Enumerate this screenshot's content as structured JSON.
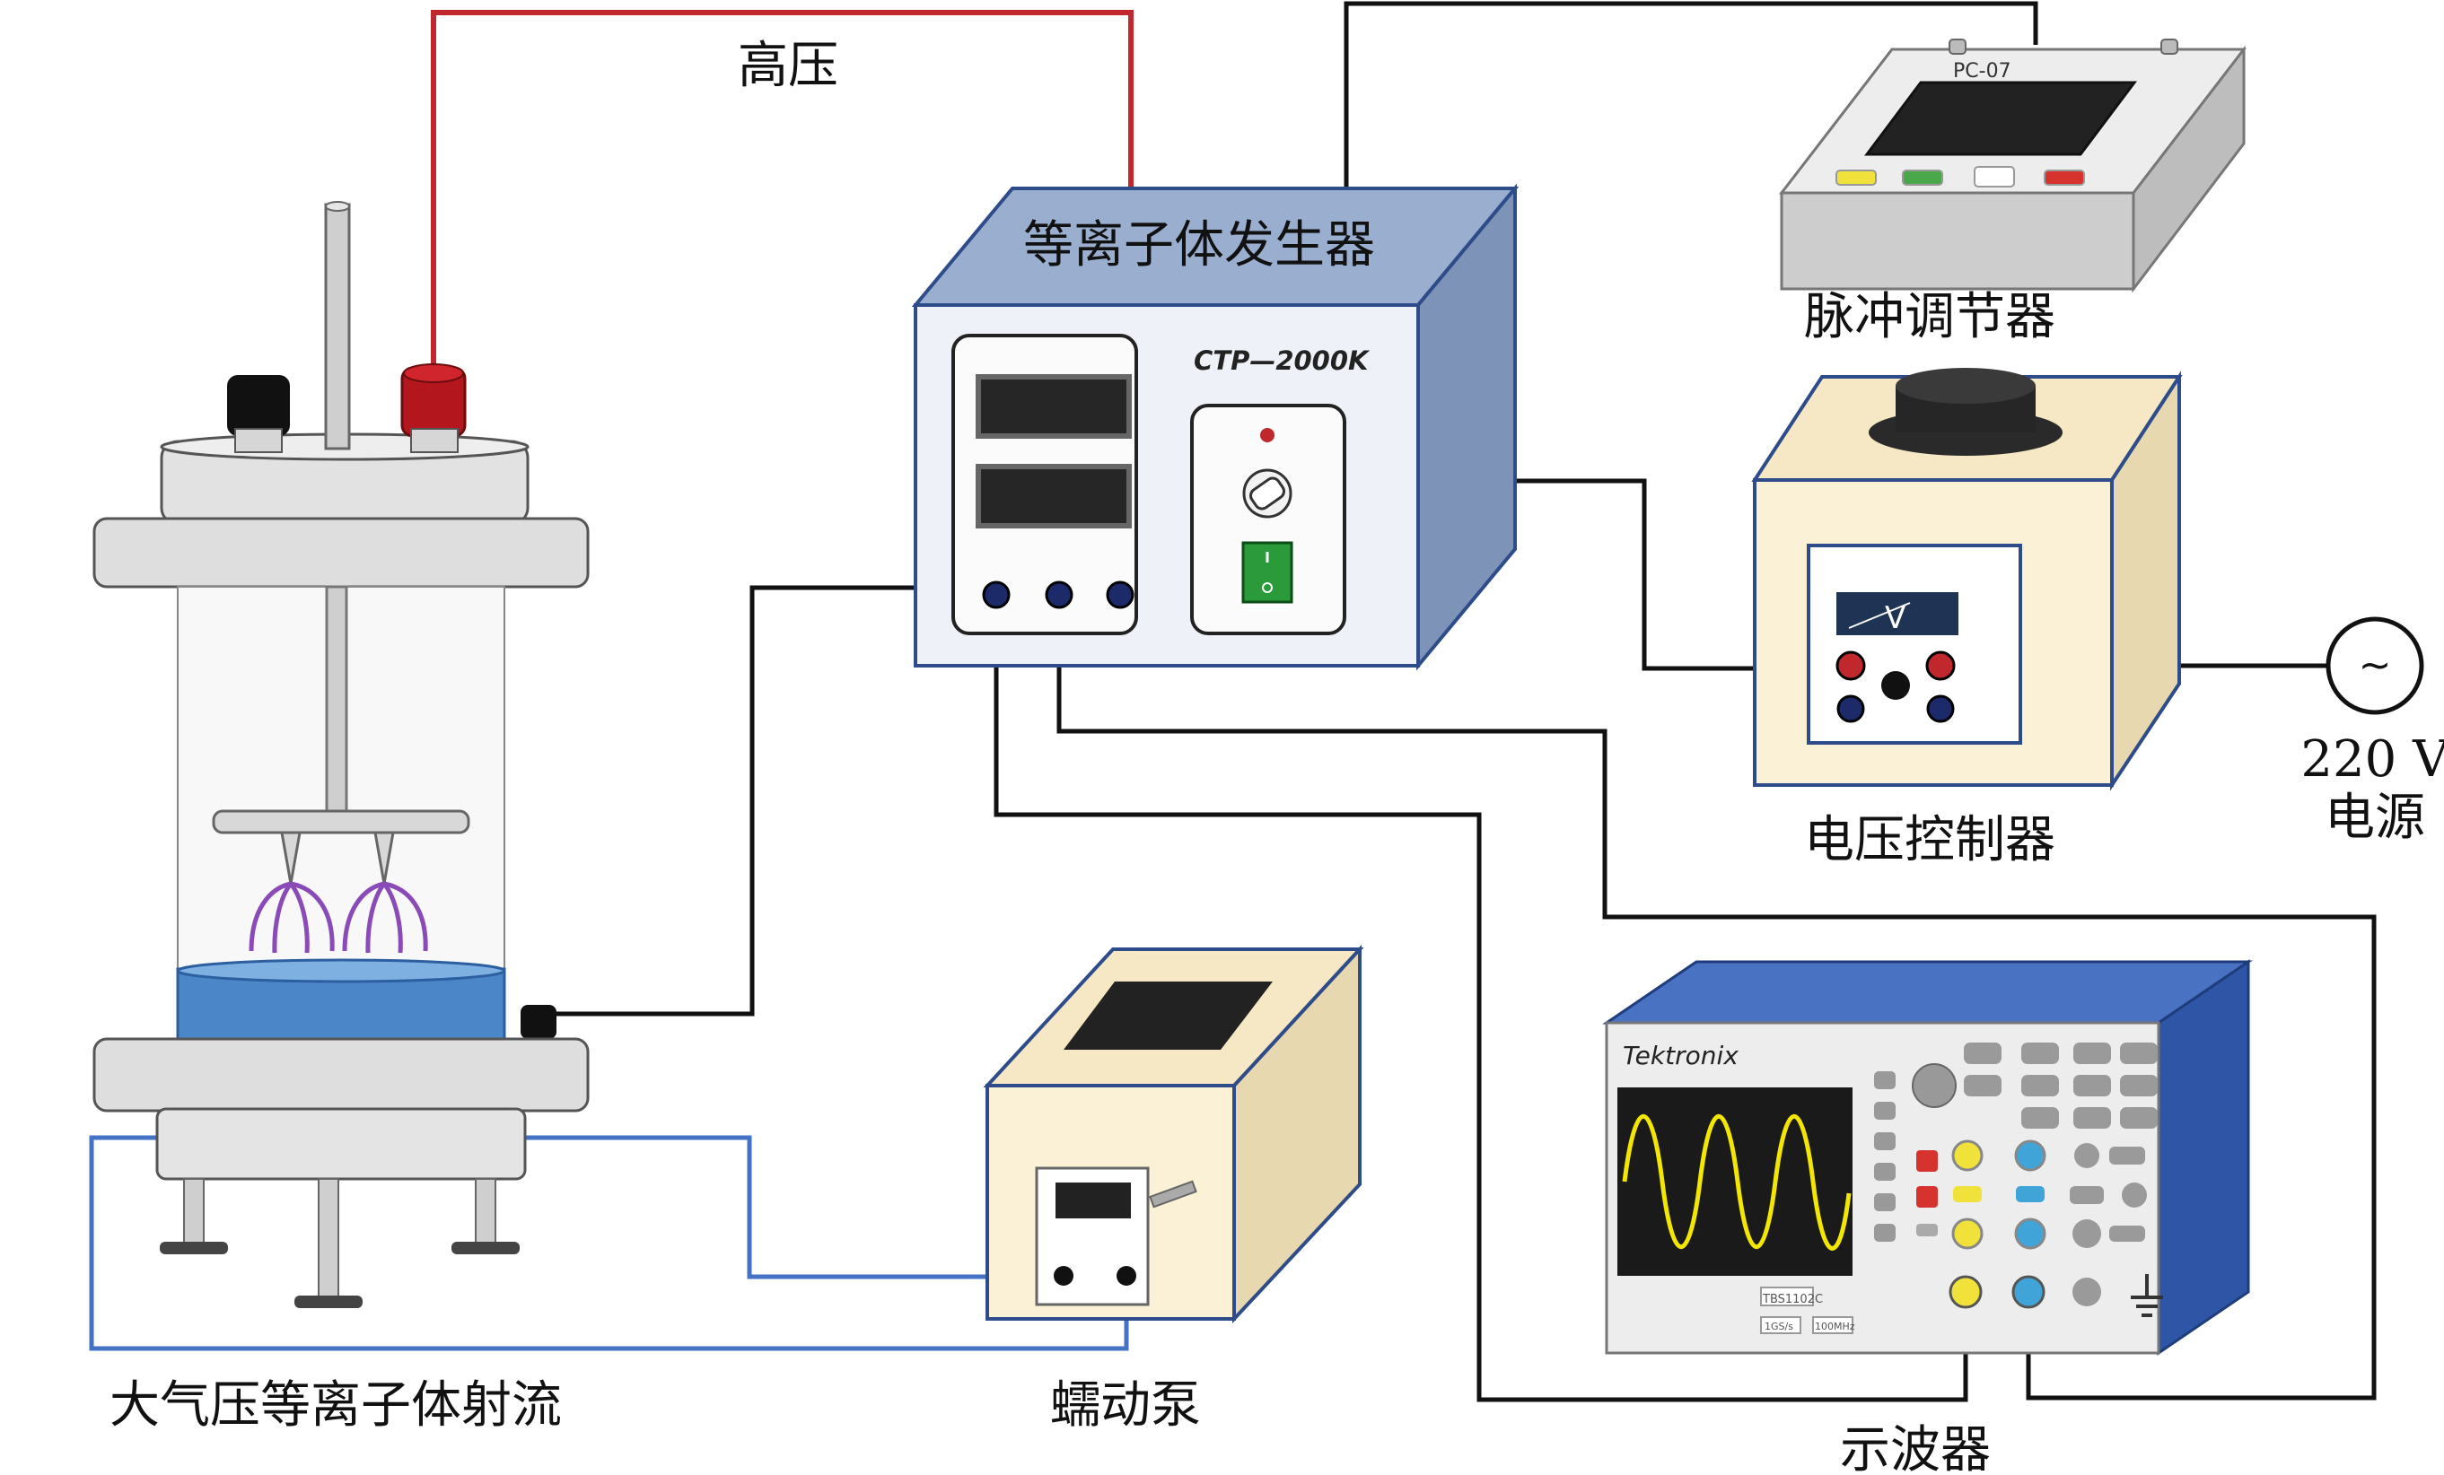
{
  "labels": {
    "high_voltage": "高压",
    "plasma_generator": "等离子体发生器",
    "generator_model": "CTP—2000K",
    "pulse_regulator": "脉冲调节器",
    "pulse_model": "PC-07",
    "voltage_controller": "电压控制器",
    "power_line1": "220 V",
    "power_line2": "电源",
    "power_symbol": "~",
    "jet": "大气压等离子体射流",
    "pump": "蠕动泵",
    "oscilloscope": "示波器",
    "scope_brand": "Tektronix",
    "scope_model": "TBS1102C",
    "scope_tag1": "1GS/s",
    "scope_tag2": "100MHz",
    "voltmeter_letter": "V"
  },
  "colors": {
    "hv_wire": "#c0282d",
    "signal_wire": "#111111",
    "pump_wire": "#4472c4",
    "generator_front": "#eef2f8",
    "generator_side": "#7e93b8",
    "generator_top": "#9aaed0",
    "box_cream": "#fbf1d6",
    "box_side": "#e8d8b0",
    "scope_blue": "#2f56a6",
    "wave_yellow": "#f3e600",
    "plasma_purple": "#8a4ab8",
    "water_blue": "#4b86c9"
  }
}
